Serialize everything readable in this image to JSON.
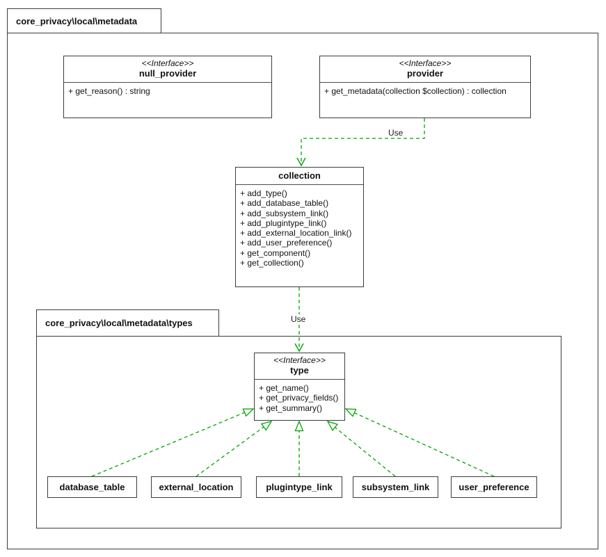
{
  "packages": {
    "metadata": {
      "title": "core_privacy\\local\\metadata"
    },
    "types": {
      "title": "core_privacy\\local\\metadata\\types"
    }
  },
  "classes": {
    "null_provider": {
      "stereotype": "<<Interface>>",
      "name": "null_provider",
      "members": [
        "+ get_reason() : string"
      ]
    },
    "provider": {
      "stereotype": "<<Interface>>",
      "name": "provider",
      "members": [
        "+ get_metadata(collection $collection) : collection"
      ]
    },
    "collection": {
      "name": "collection",
      "members": [
        "+ add_type()",
        "+ add_database_table()",
        "+ add_subsystem_link()",
        "+ add_plugintype_link()",
        "+ add_external_location_link()",
        "+ add_user_preference()",
        "+ get_component()",
        "+ get_collection()"
      ]
    },
    "type": {
      "stereotype": "<<Interface>>",
      "name": "type",
      "members": [
        "+ get_name()",
        "+ get_privacy_fields()",
        "+ get_summary()"
      ]
    },
    "database_table": {
      "name": "database_table"
    },
    "external_location": {
      "name": "external_location"
    },
    "plugintype_link": {
      "name": "plugintype_link"
    },
    "subsystem_link": {
      "name": "subsystem_link"
    },
    "user_preference": {
      "name": "user_preference"
    }
  },
  "edges": {
    "provider_to_collection_label": "Use",
    "collection_to_type_label": "Use"
  },
  "colors": {
    "edge_green": "#00a400",
    "border": "#3b3b3b",
    "background": "#ffffff"
  }
}
